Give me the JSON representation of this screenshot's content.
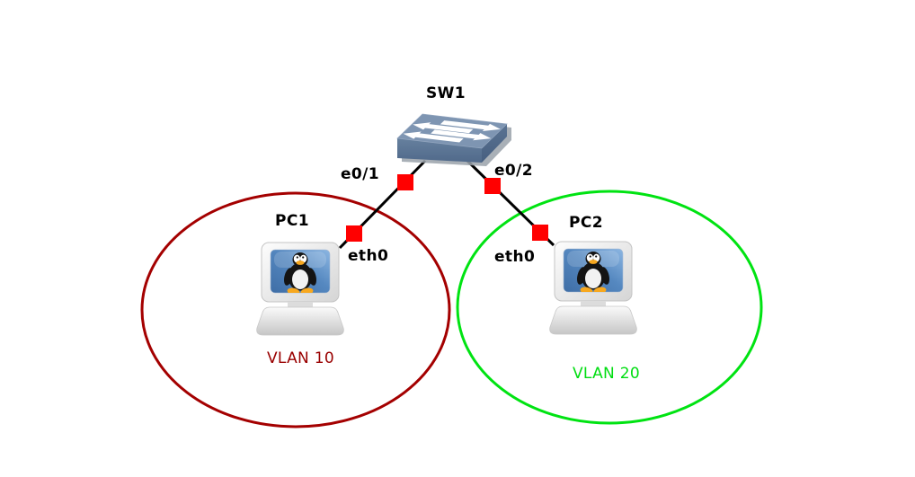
{
  "app": {
    "type": "network-topology-canvas",
    "background": "#ffffff"
  },
  "nodes": [
    {
      "label": "SW1",
      "type": "ethernet-switch"
    },
    {
      "label": "PC1",
      "type": "linux-host"
    },
    {
      "label": "PC2",
      "type": "linux-host"
    }
  ],
  "links": [
    {
      "from": "SW1",
      "from_port": "e0/1",
      "to": "PC1",
      "to_port": "eth0",
      "status_color": "#ff0000"
    },
    {
      "from": "SW1",
      "from_port": "e0/2",
      "to": "PC2",
      "to_port": "eth0",
      "status_color": "#ff0000"
    }
  ],
  "annotations": [
    {
      "label": "VLAN 10",
      "shape": "ellipse",
      "text_color": "#990000",
      "ellipse_color": "#a40000"
    },
    {
      "label": "VLAN 20",
      "shape": "ellipse",
      "text_color": "#00dd11",
      "ellipse_color": "#00e312"
    }
  ]
}
